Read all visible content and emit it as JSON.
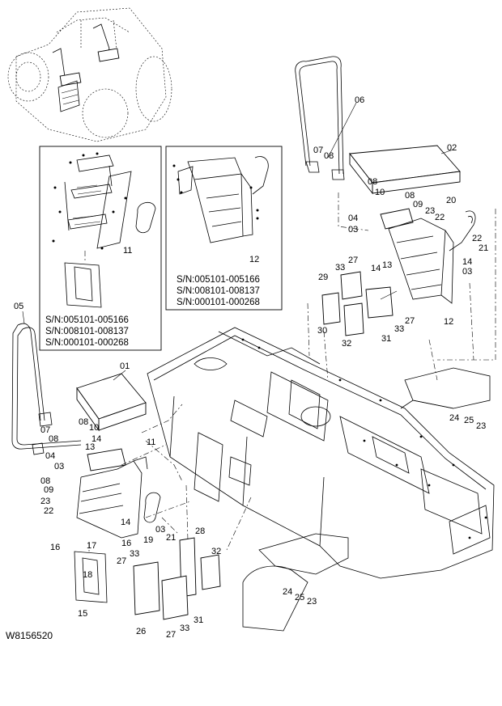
{
  "document_id": "W8156520",
  "inset_left": {
    "serials": [
      "S/N:005101-005166",
      "S/N:008101-008137",
      "S/N:000101-000268"
    ],
    "part_label": "11"
  },
  "inset_right": {
    "serials": [
      "S/N:005101-005166",
      "S/N:008101-008137",
      "S/N:000101-000268"
    ],
    "part_label": "12"
  },
  "callouts": {
    "c01": "01",
    "c02": "02",
    "c03a": "03",
    "c03b": "03",
    "c03c": "03",
    "c03d": "03",
    "c04a": "04",
    "c04b": "04",
    "c05": "05",
    "c06": "06",
    "c07a": "07",
    "c07b": "07",
    "c08a": "08",
    "c08b": "08",
    "c08c": "08",
    "c08d": "08",
    "c08e": "08",
    "c08f": "08",
    "c09a": "09",
    "c09b": "09",
    "c10a": "10",
    "c10b": "10",
    "c11": "11",
    "c12": "12",
    "c13a": "13",
    "c13b": "13",
    "c14a": "14",
    "c14b": "14",
    "c14c": "14",
    "c14d": "14",
    "c15": "15",
    "c16a": "16",
    "c16b": "16",
    "c17": "17",
    "c18": "18",
    "c19": "19",
    "c20": "20",
    "c21a": "21",
    "c21b": "21",
    "c22a": "22",
    "c22b": "22",
    "c22c": "22",
    "c23a": "23",
    "c23b": "23",
    "c23c": "23",
    "c23d": "23",
    "c24a": "24",
    "c24b": "24",
    "c25a": "25",
    "c25b": "25",
    "c26": "26",
    "c27a": "27",
    "c27b": "27",
    "c27c": "27",
    "c27d": "27",
    "c28": "28",
    "c29": "29",
    "c30": "30",
    "c31a": "31",
    "c31b": "31",
    "c32a": "32",
    "c32b": "32",
    "c33a": "33",
    "c33b": "33",
    "c33c": "33",
    "c33d": "33"
  }
}
